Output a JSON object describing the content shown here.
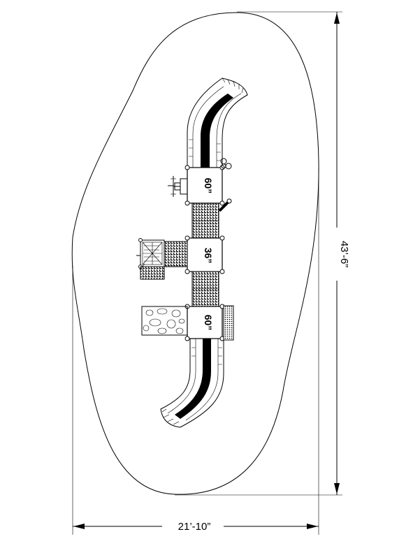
{
  "dimensions": {
    "height_label": "43’-6”",
    "width_label": "21’-10”"
  },
  "decks": [
    {
      "label": "60”"
    },
    {
      "label": "36”"
    },
    {
      "label": "60”"
    }
  ]
}
